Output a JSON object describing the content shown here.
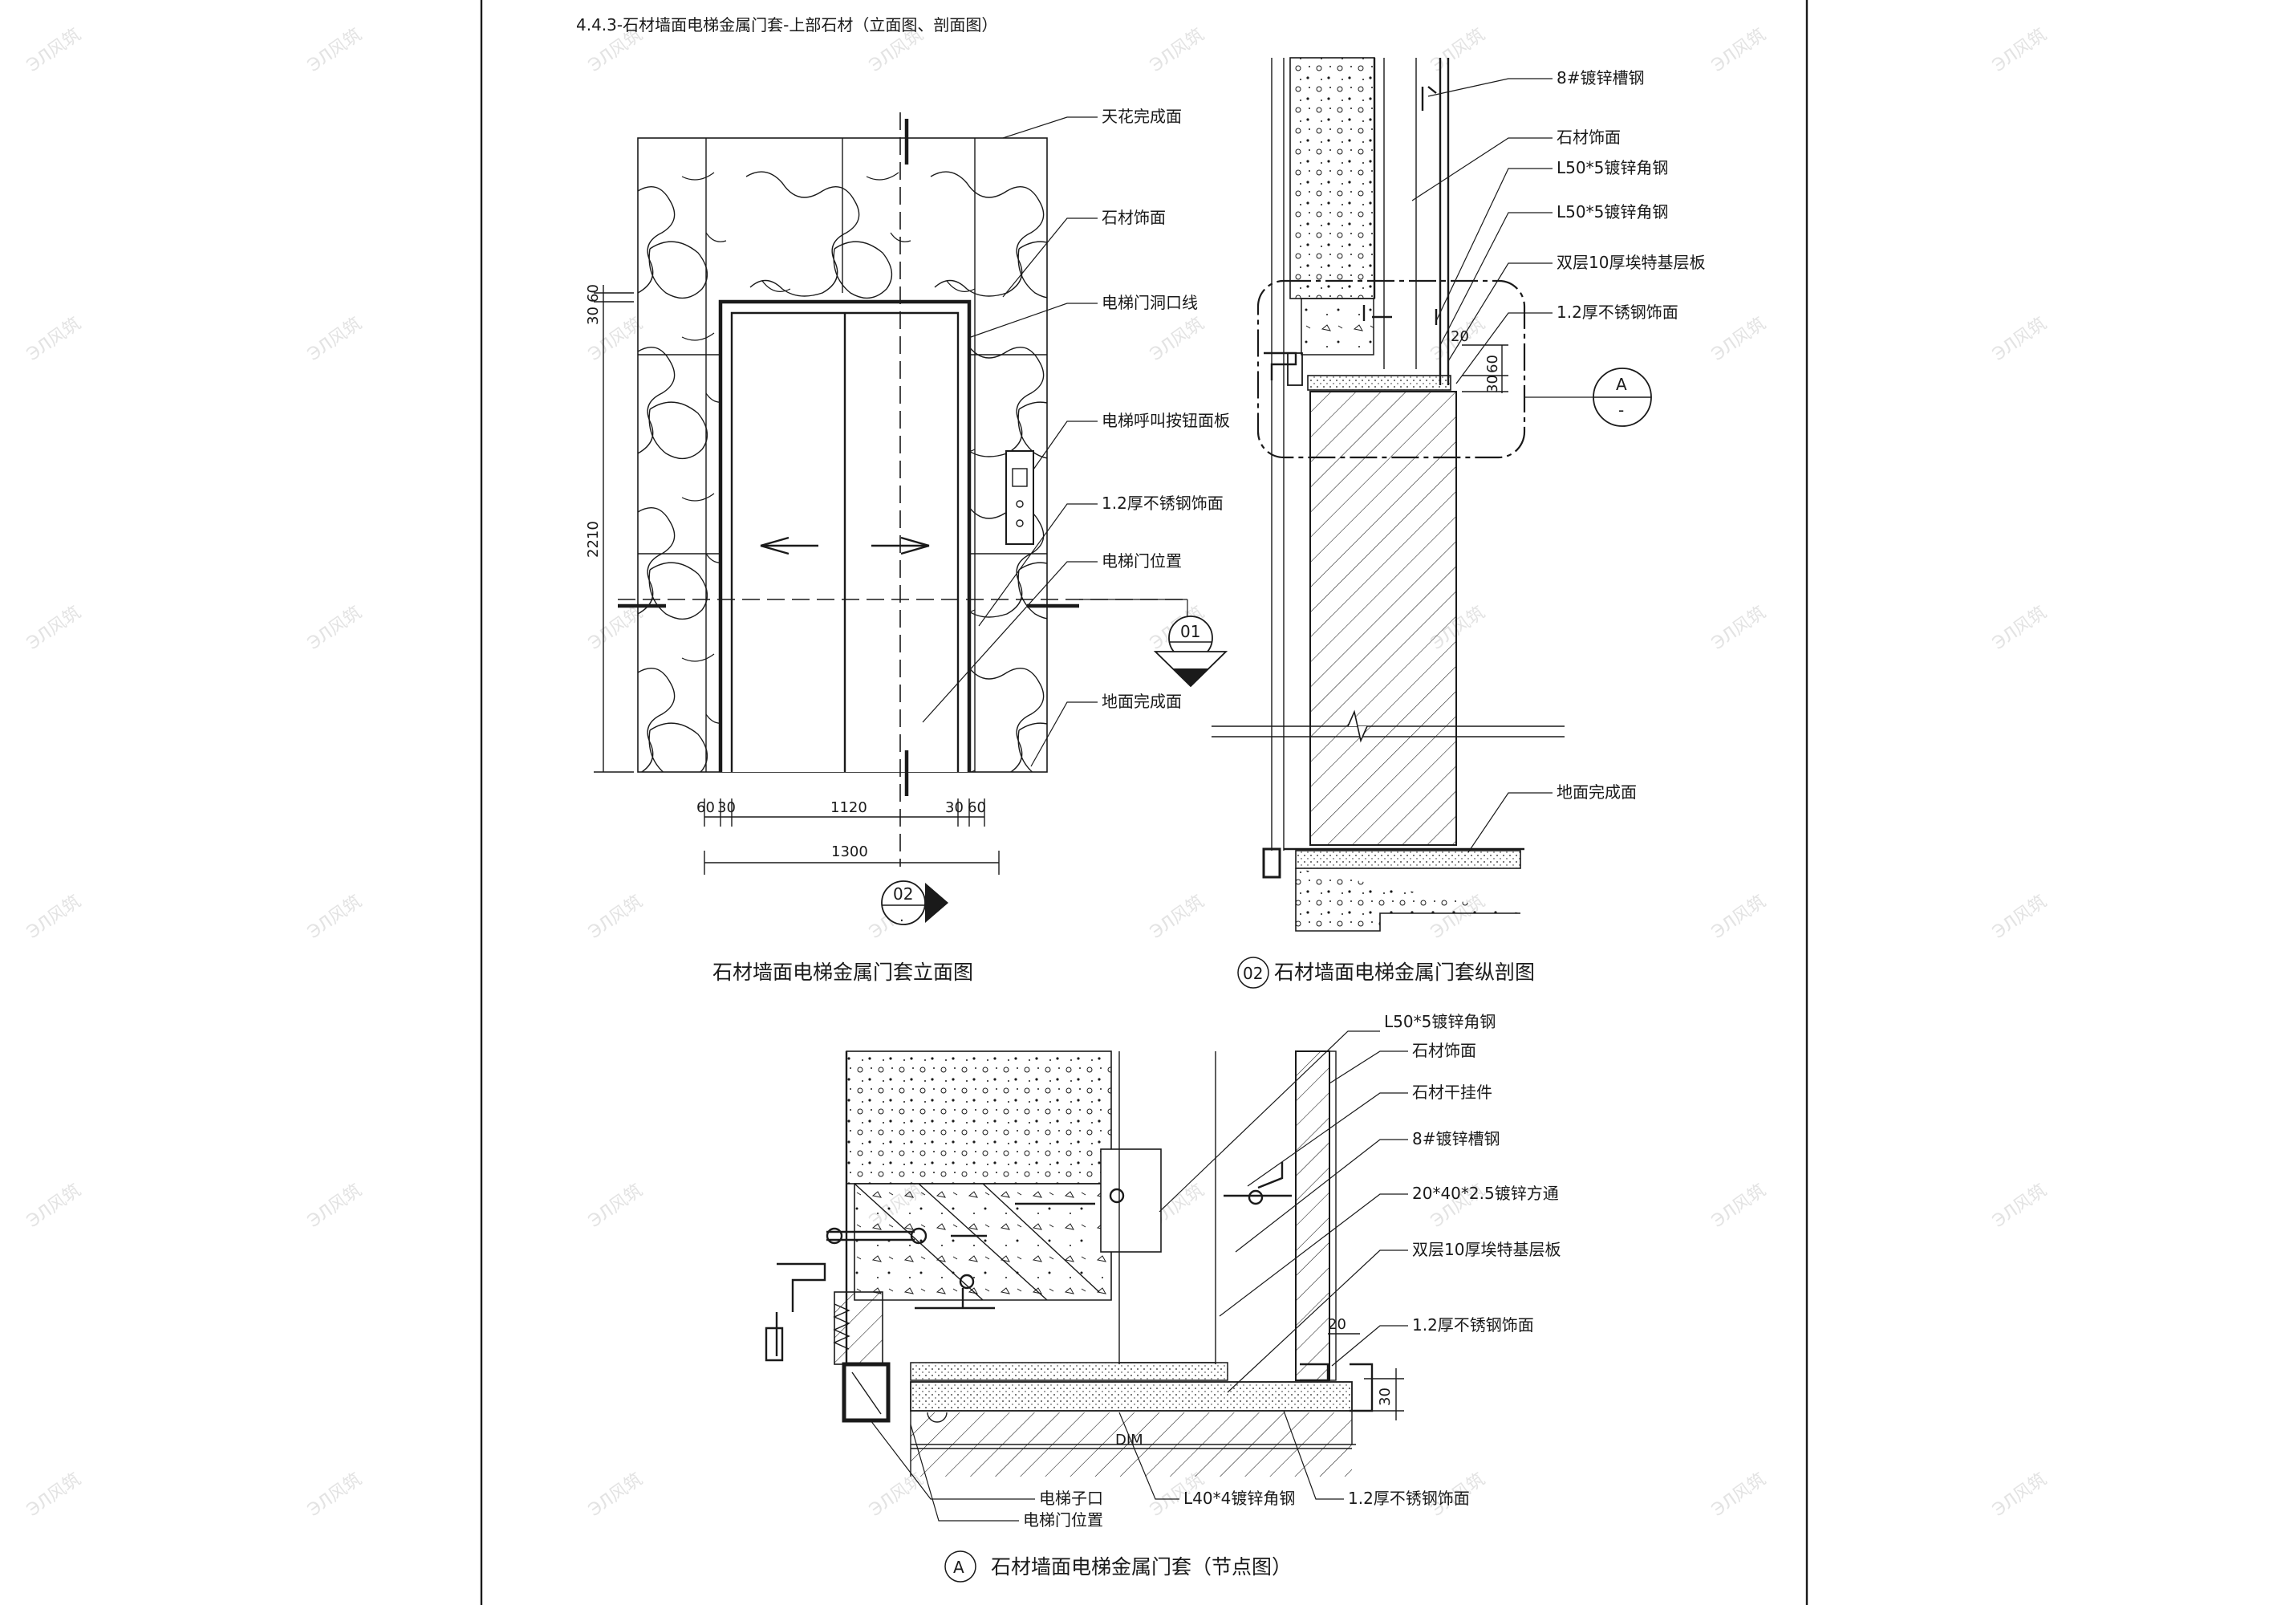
{
  "sheet_title": "4.4.3-石材墙面电梯金属门套-上部石材（立面图、剖面图）",
  "watermark_text": "ЭЛ风筑",
  "elevation": {
    "caption": "石材墙面电梯金属门套立面图",
    "labels": [
      "天花完成面",
      "石材饰面",
      "电梯门洞口线",
      "电梯呼叫按钮面板",
      "1.2厚不锈钢饰面",
      "电梯门位置",
      "地面完成面"
    ],
    "dims": {
      "bottom_parts": [
        "60",
        "30",
        "1120",
        "30",
        "60"
      ],
      "total_width": "1300",
      "height": "2210",
      "top_parts": [
        "30",
        "60"
      ]
    },
    "section_marker_01": "01",
    "section_marker_02": "02"
  },
  "section": {
    "caption_number": "02",
    "caption": "石材墙面电梯金属门套纵剖图",
    "labels": [
      "8#镀锌槽钢",
      "石材饰面",
      "L50*5镀锌角钢",
      "L50*5镀锌角钢",
      "双层10厚埃特基层板",
      "1.2厚不锈钢饰面",
      "地面完成面"
    ],
    "dims": [
      "20",
      "30",
      "60"
    ],
    "detail_marker": "A",
    "detail_marker_sub": "-"
  },
  "detail": {
    "caption_letter": "A",
    "caption": "石材墙面电梯金属门套（节点图）",
    "right_labels": [
      "L50*5镀锌角钢",
      "石材饰面",
      "石材干挂件",
      "8#镀锌槽钢",
      "20*40*2.5镀锌方通",
      "双层10厚埃特基层板",
      "1.2厚不锈钢饰面"
    ],
    "bottom_labels": [
      "电梯子口",
      "电梯门位置",
      "L40*4镀锌角钢",
      "1.2厚不锈钢饰面"
    ],
    "dims": [
      "20",
      "30",
      "DIM"
    ]
  }
}
